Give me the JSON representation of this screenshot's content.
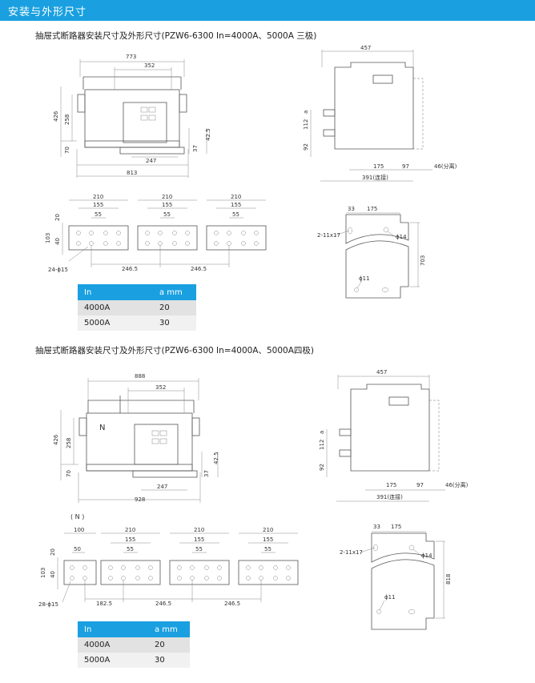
{
  "header_title": "安装与外形尺寸",
  "section1": {
    "title": "抽屉式断路器安装尺寸及外形尺寸(PZW6-6300   In=4000A、5000A 三极)",
    "front": {
      "w773": "773",
      "w352": "352",
      "w247": "247",
      "w813": "813",
      "h426": "426",
      "h258": "258",
      "h70": "70",
      "h42": "42.5",
      "h37": "37"
    },
    "side": {
      "w457": "457",
      "a": "a",
      "h112": "112",
      "h92": "92",
      "w175": "175",
      "w97": "97",
      "w46": "46(分离)",
      "w391": "391(连接)"
    },
    "busbar": {
      "d210a": "210",
      "d155a": "155",
      "d55a": "55",
      "d210b": "210",
      "d155b": "155",
      "d55b": "55",
      "d210c": "210",
      "d155c": "155",
      "d55c": "55",
      "h20": "20",
      "h103": "103",
      "h40": "40",
      "d246a": "246.5",
      "d246b": "246.5",
      "hole": "24-ϕ15"
    },
    "mount": {
      "d33": "33",
      "d175": "175",
      "slot": "2-11x17",
      "phi14": "ϕ14",
      "h703": "703",
      "phi11": "ϕ11"
    },
    "table": {
      "headers": [
        "In",
        "a mm"
      ],
      "rows": [
        [
          "4000A",
          "20"
        ],
        [
          "5000A",
          "30"
        ]
      ]
    }
  },
  "section2": {
    "title": "抽屉式断路器安装尺寸及外形尺寸(PZW6-6300  In=4000A、5000A四极)",
    "front": {
      "w888": "888",
      "w352": "352",
      "w247": "247",
      "w928": "928",
      "h426": "426",
      "h258": "258",
      "h70": "70",
      "h42": "42.5",
      "h37": "37",
      "n": "N"
    },
    "side": {
      "w457": "457",
      "a": "a",
      "h112": "112",
      "h92": "92",
      "w175": "175",
      "w97": "97",
      "w46": "46(分离)",
      "w391": "391(连接)"
    },
    "busbar": {
      "n_label": "( N )",
      "d100": "100",
      "d50": "50",
      "d210a": "210",
      "d155a": "155",
      "d55a": "55",
      "d210b": "210",
      "d155b": "155",
      "d55b": "55",
      "d210c": "210",
      "d155c": "155",
      "d55c": "55",
      "h20": "20",
      "h103": "103",
      "h40": "40",
      "d182": "182.5",
      "d246a": "246.5",
      "d246b": "246.5",
      "hole": "28-ϕ15"
    },
    "mount": {
      "d33": "33",
      "d175": "175",
      "slot": "2-11x17",
      "phi14": "ϕ14",
      "h818": "818",
      "phi11": "ϕ11"
    },
    "table": {
      "headers": [
        "In",
        "a mm"
      ],
      "rows": [
        [
          "4000A",
          "20"
        ],
        [
          "5000A",
          "30"
        ]
      ]
    }
  }
}
